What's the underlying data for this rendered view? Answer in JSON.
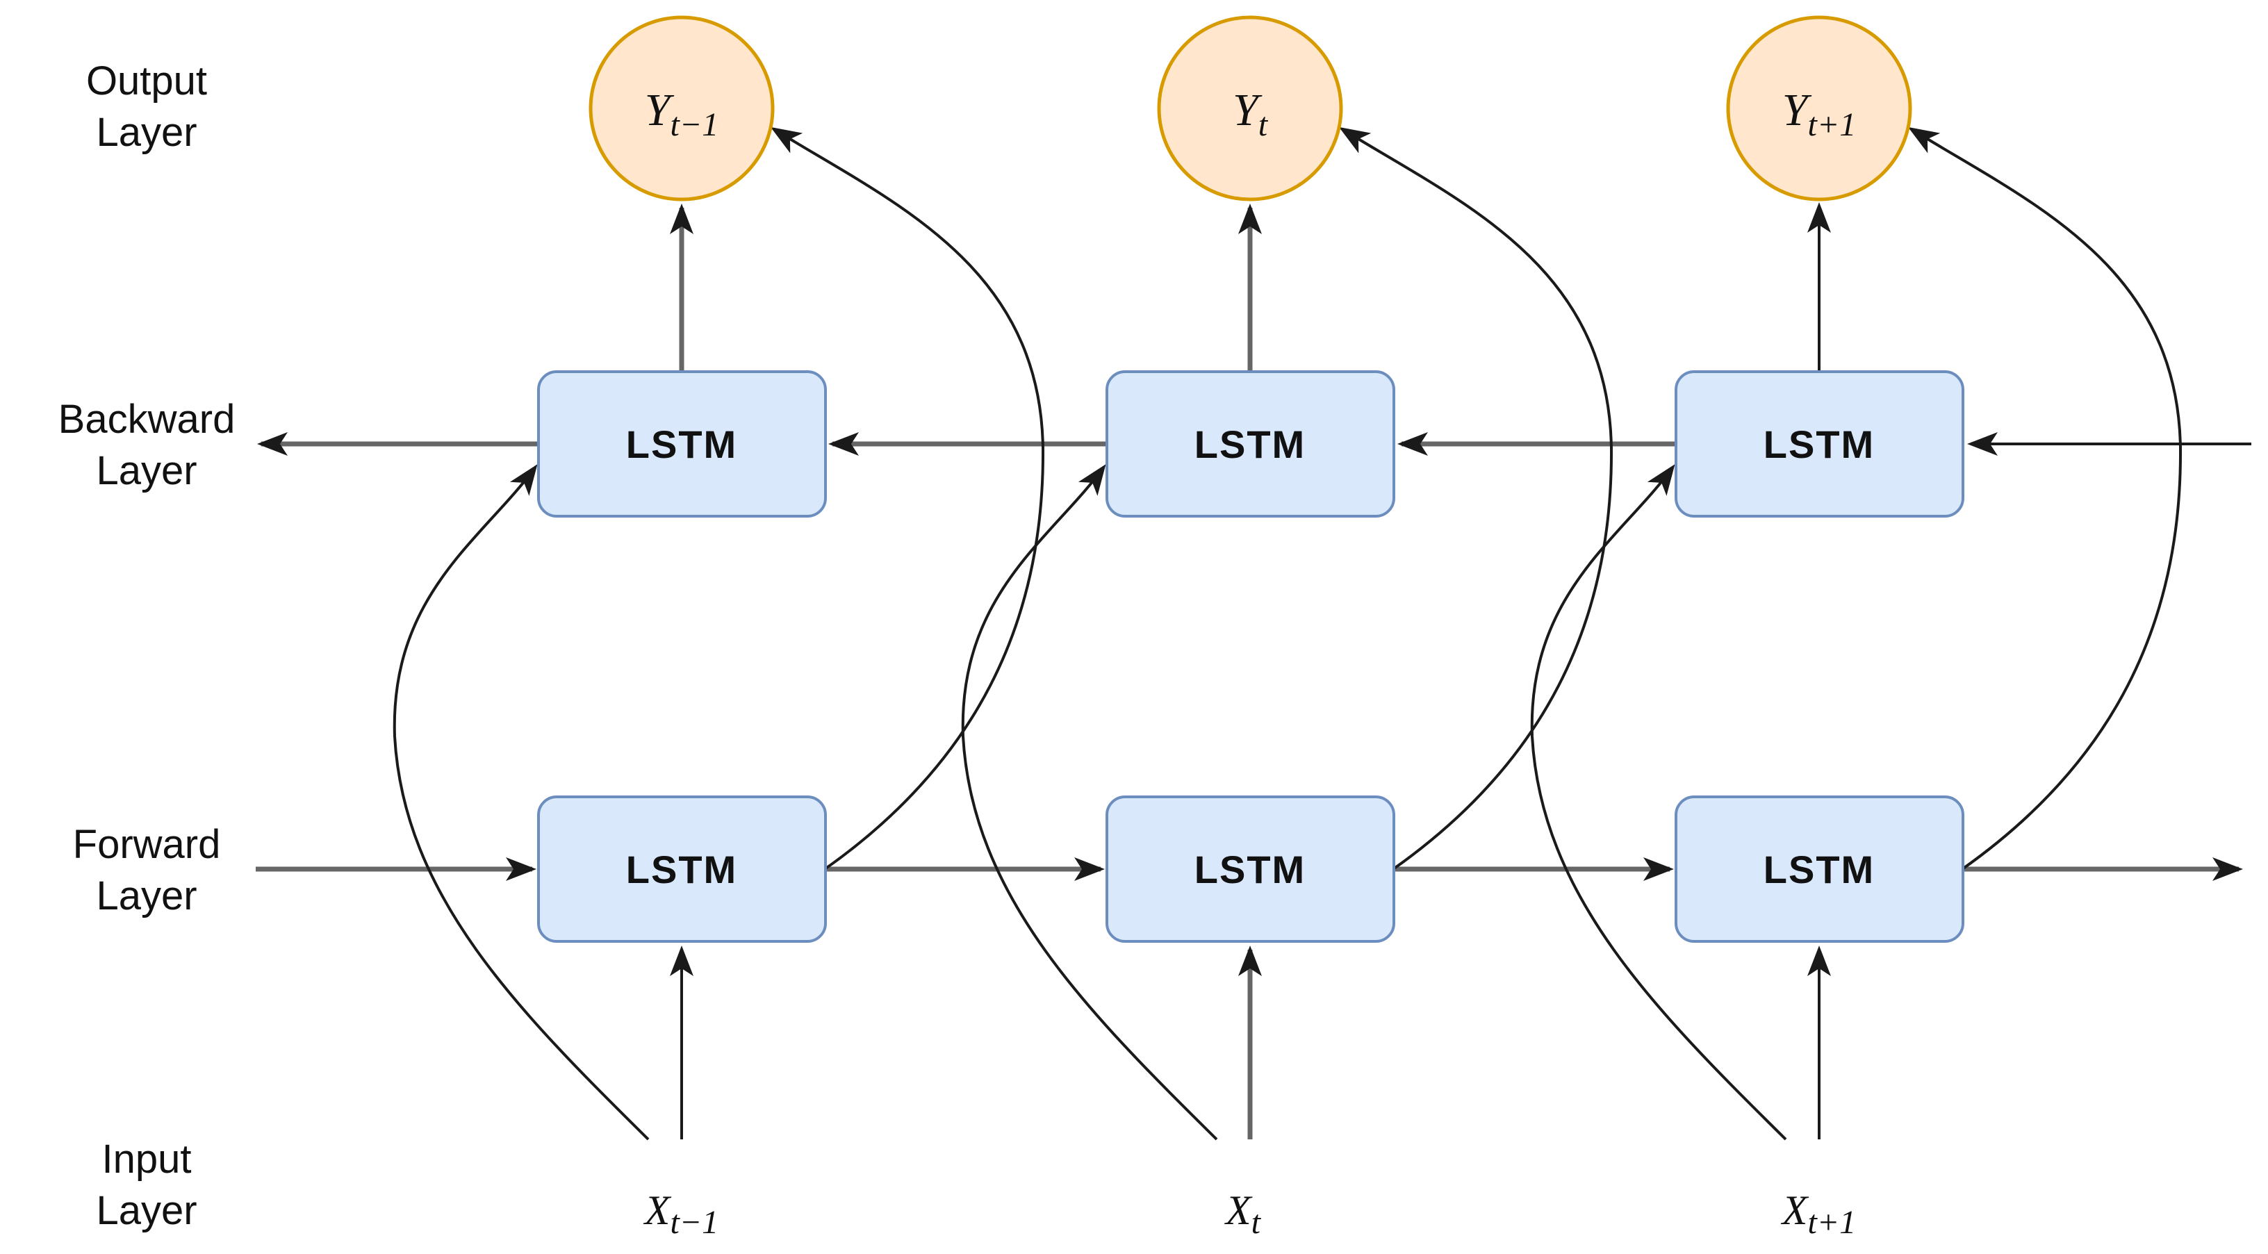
{
  "labels": {
    "output": {
      "l1": "Output",
      "l2": "Layer"
    },
    "backward": {
      "l1": "Backward",
      "l2": "Layer"
    },
    "forward": {
      "l1": "Forward",
      "l2": "Layer"
    },
    "input": {
      "l1": "Input",
      "l2": "Layer"
    }
  },
  "nodes": {
    "outputs": [
      {
        "base": "Y",
        "sub": "t−1"
      },
      {
        "base": "Y",
        "sub": "t"
      },
      {
        "base": "Y",
        "sub": "t+1"
      }
    ],
    "lstm_backward": [
      "LSTM",
      "LSTM",
      "LSTM"
    ],
    "lstm_forward": [
      "LSTM",
      "LSTM",
      "LSTM"
    ],
    "inputs": [
      {
        "base": "X",
        "sub": "t−1"
      },
      {
        "base": "X",
        "sub": "t"
      },
      {
        "base": "X",
        "sub": "t+1"
      }
    ]
  },
  "colors": {
    "circle_fill": "#FFE6CC",
    "circle_stroke": "#D79B00",
    "box_fill": "#DAE8FC",
    "box_stroke": "#6C8EBF",
    "edge_gray": "#666666",
    "edge_black": "#1a1a1a",
    "text": "#111111",
    "bg": "#ffffff"
  }
}
